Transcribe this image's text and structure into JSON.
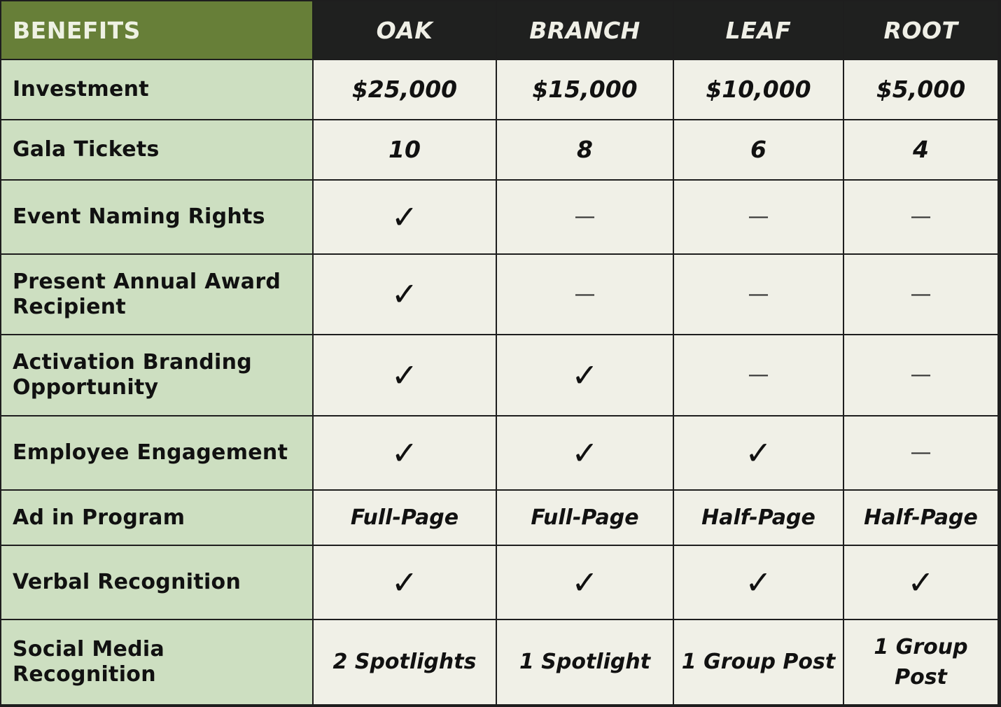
{
  "header": {
    "benefits_label": "BENEFITS",
    "tiers": [
      "OAK",
      "BRANCH",
      "LEAF",
      "ROOT"
    ]
  },
  "rows": [
    {
      "label": "Investment",
      "values": [
        "$25,000",
        "$15,000",
        "$10,000",
        "$5,000"
      ]
    },
    {
      "label": "Gala Tickets",
      "values": [
        "10",
        "8",
        "6",
        "4"
      ]
    },
    {
      "label": "Event Naming Rights",
      "values": [
        "✓",
        "—",
        "—",
        "—"
      ]
    },
    {
      "label": "Present Annual Award Recipient",
      "values": [
        "✓",
        "—",
        "—",
        "—"
      ]
    },
    {
      "label": "Activation Branding Opportunity",
      "values": [
        "✓",
        "✓",
        "—",
        "—"
      ]
    },
    {
      "label": "Employee Engagement",
      "values": [
        "✓",
        "✓",
        "✓",
        "—"
      ]
    },
    {
      "label": "Ad in Program",
      "values": [
        "Full-Page",
        "Full-Page",
        "Half-Page",
        "Half-Page"
      ]
    },
    {
      "label": "Verbal Recognition",
      "values": [
        "✓",
        "✓",
        "✓",
        "✓"
      ]
    },
    {
      "label": "Social Media Recognition",
      "values": [
        "2 Spotlights",
        "1 Spotlight",
        "1 Group Post",
        "1 Group Post"
      ]
    }
  ],
  "colors": {
    "benefits_header_bg": "#677f38",
    "tier_header_bg": "#1f201f",
    "label_bg": "#cddfc1",
    "value_bg": "#f0f0e7",
    "grid_line": "#1e1e1e"
  }
}
